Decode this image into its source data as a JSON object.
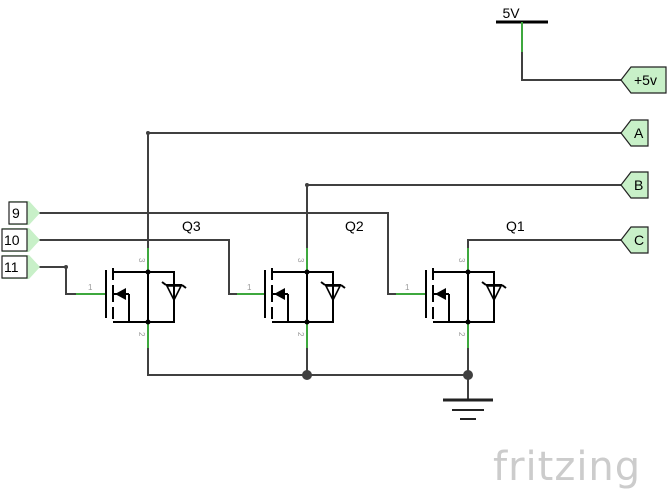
{
  "power": {
    "supply_label": "5V",
    "net_label": "+5v"
  },
  "nets": {
    "a": "A",
    "b": "B",
    "c": "C"
  },
  "inputs": {
    "in9": "9",
    "in10": "10",
    "in11": "11"
  },
  "transistors": [
    {
      "ref": "Q3",
      "gate_pin": "1",
      "drain_pin": "3",
      "source_pin": "2"
    },
    {
      "ref": "Q2",
      "gate_pin": "1",
      "drain_pin": "3",
      "source_pin": "2"
    },
    {
      "ref": "Q1",
      "gate_pin": "1",
      "drain_pin": "3",
      "source_pin": "2"
    }
  ],
  "watermark": "fritzing",
  "colors": {
    "wire": "#404040",
    "pin_stub": "#3ea83e",
    "connector_fill": "#c8f0c8"
  }
}
